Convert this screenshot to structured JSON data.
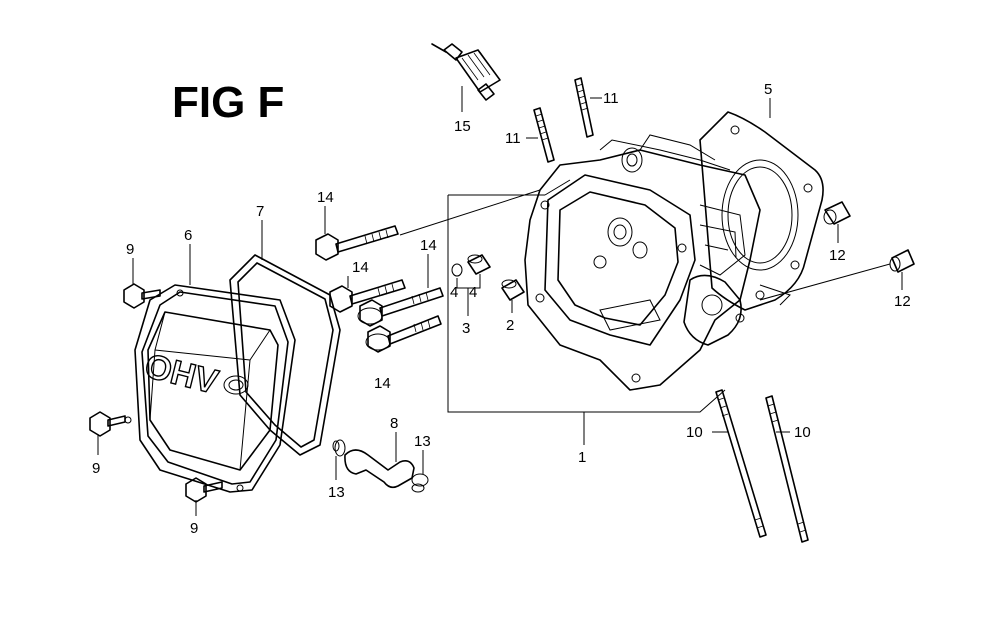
{
  "figure": {
    "title": "FIG F"
  },
  "callouts": [
    {
      "id": "c1",
      "text": "1"
    },
    {
      "id": "c2",
      "text": "2"
    },
    {
      "id": "c3",
      "text": "3"
    },
    {
      "id": "c4a",
      "text": "4"
    },
    {
      "id": "c4b",
      "text": "4"
    },
    {
      "id": "c5",
      "text": "5"
    },
    {
      "id": "c6",
      "text": "6"
    },
    {
      "id": "c7",
      "text": "7"
    },
    {
      "id": "c8",
      "text": "8"
    },
    {
      "id": "c9a",
      "text": "9"
    },
    {
      "id": "c9b",
      "text": "9"
    },
    {
      "id": "c9c",
      "text": "9"
    },
    {
      "id": "c10a",
      "text": "10"
    },
    {
      "id": "c10b",
      "text": "10"
    },
    {
      "id": "c11a",
      "text": "11"
    },
    {
      "id": "c11b",
      "text": "11"
    },
    {
      "id": "c12a",
      "text": "12"
    },
    {
      "id": "c12b",
      "text": "12"
    },
    {
      "id": "c13a",
      "text": "13"
    },
    {
      "id": "c13b",
      "text": "13"
    },
    {
      "id": "c14a",
      "text": "14"
    },
    {
      "id": "c14b",
      "text": "14"
    },
    {
      "id": "c14c",
      "text": "14"
    },
    {
      "id": "c14d",
      "text": "14"
    },
    {
      "id": "c15",
      "text": "15"
    }
  ],
  "cover_embossing": "OHV"
}
